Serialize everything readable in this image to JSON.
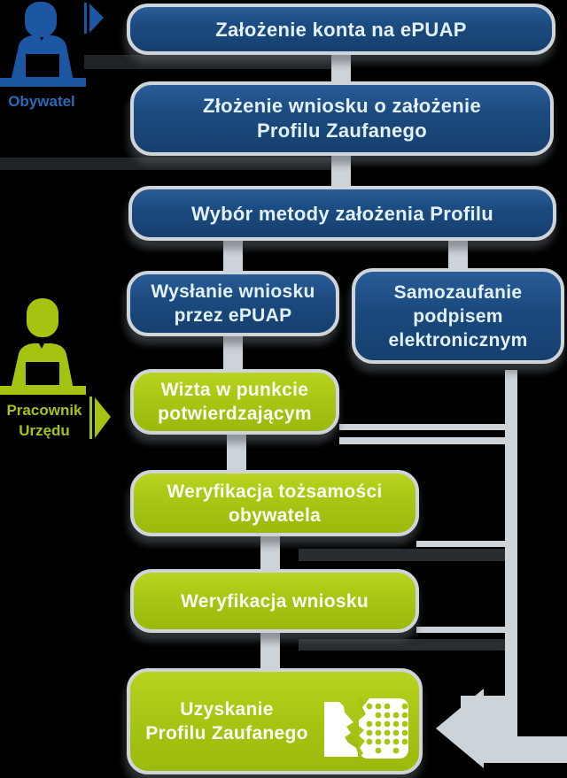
{
  "diagram": {
    "title_implicit": "Proces uzyskania Profilu Zaufanego",
    "actors": {
      "citizen": {
        "label": "Obywatel"
      },
      "clerk": {
        "label_line1": "Pracownik",
        "label_line2": "Urzędu"
      }
    },
    "steps": [
      {
        "id": "konto",
        "color": "blue",
        "lines": [
          "Założenie konta na ePUAP"
        ]
      },
      {
        "id": "wniosek",
        "color": "blue",
        "lines": [
          "Złożenie wniosku o założenie",
          "Profilu Zaufanego"
        ]
      },
      {
        "id": "metoda",
        "color": "blue",
        "lines": [
          "Wybór metody założenia Profilu"
        ]
      },
      {
        "id": "wyslanie",
        "color": "blue",
        "lines": [
          "Wysłanie wniosku",
          "przez ePUAP"
        ]
      },
      {
        "id": "samozaufanie",
        "color": "blue",
        "lines": [
          "Samozaufanie",
          "podpisem",
          "elektronicznym"
        ]
      },
      {
        "id": "wizyta",
        "color": "green",
        "lines": [
          "Wizta w punkcie",
          "potwierdzającym"
        ]
      },
      {
        "id": "tozsamosc",
        "color": "green",
        "lines": [
          "Weryfikacja tożsamości",
          "obywatela"
        ]
      },
      {
        "id": "weryfikacja",
        "color": "green",
        "lines": [
          "Weryfikacja wniosku"
        ]
      },
      {
        "id": "uzyskanie",
        "color": "green",
        "lines": [
          "Uzyskanie",
          "Profilu Zaufanego"
        ]
      }
    ],
    "icons": [
      "citizen-at-computer-icon",
      "clerk-at-computer-icon",
      "citizen-arrow-icon",
      "clerk-arrow-icon",
      "profil-zaufany-icon",
      "flow-arrow-left-icon"
    ],
    "colors": {
      "background": "#000000",
      "blue_box": "#1c4b80",
      "green_box": "#a8c613",
      "box_border": "#ced4d9",
      "blue_text": "#e2f1fb",
      "green_text": "#fbfdf4",
      "citizen_accent": "#2a6ab5",
      "clerk_accent": "#a5c411",
      "connector_gray": "#ccd3d9"
    }
  }
}
